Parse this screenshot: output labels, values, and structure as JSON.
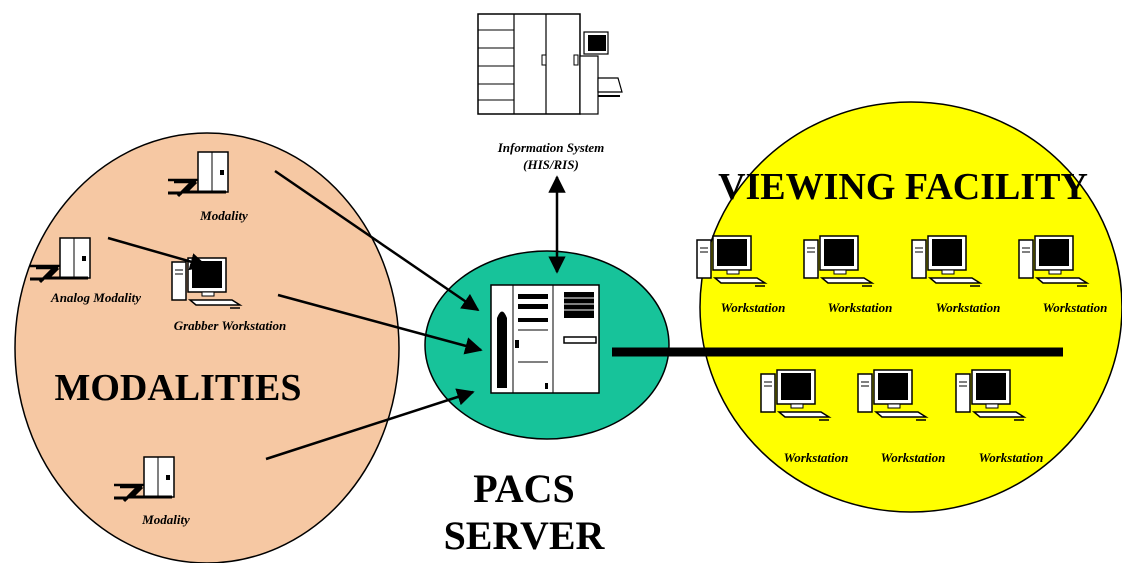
{
  "colors": {
    "modalities_fill": "#f6c8a3",
    "server_fill": "#17c39a",
    "viewing_fill": "#ffff00",
    "stroke": "#000000"
  },
  "information_system": {
    "line1": "Information System",
    "line2": "(HIS/RIS)",
    "icon": "mainframe-icon"
  },
  "modalities": {
    "title": "MODALITIES",
    "modality_top": "Modality",
    "analog_modality": "Analog Modality",
    "grabber_workstation": "Grabber Workstation",
    "modality_bottom": "Modality"
  },
  "server": {
    "line1": "PACS",
    "line2": "SERVER",
    "icon": "server-cabinet-icon"
  },
  "viewing": {
    "title": "VIEWING FACILITY",
    "workstations_row1": [
      "Workstation",
      "Workstation",
      "Workstation",
      "Workstation"
    ],
    "workstations_row2": [
      "Workstation",
      "Workstation",
      "Workstation"
    ]
  }
}
